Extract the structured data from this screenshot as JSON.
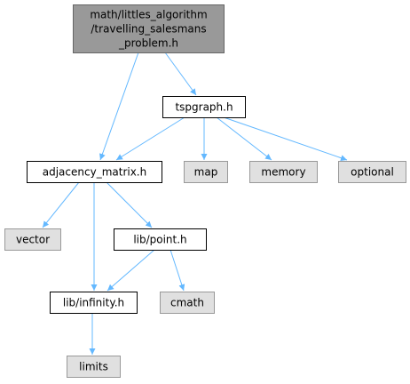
{
  "colors": {
    "root_fill": "#999999",
    "root_stroke": "#666666",
    "local_fill": "#ffffff",
    "local_stroke": "#000000",
    "system_fill": "#e0e0e0",
    "system_stroke": "#999999",
    "edge": "#63b8ff"
  },
  "nodes": [
    {
      "id": "root",
      "lines": [
        "math/littles_algorithm",
        "/travelling_salesmans",
        "_problem.h"
      ],
      "kind": "root"
    },
    {
      "id": "tspgraph",
      "lines": [
        "tspgraph.h"
      ],
      "kind": "local"
    },
    {
      "id": "adjacency",
      "lines": [
        "adjacency_matrix.h"
      ],
      "kind": "local"
    },
    {
      "id": "map",
      "lines": [
        "map"
      ],
      "kind": "system"
    },
    {
      "id": "memory",
      "lines": [
        "memory"
      ],
      "kind": "system"
    },
    {
      "id": "optional",
      "lines": [
        "optional"
      ],
      "kind": "system"
    },
    {
      "id": "vector",
      "lines": [
        "vector"
      ],
      "kind": "system"
    },
    {
      "id": "point",
      "lines": [
        "lib/point.h"
      ],
      "kind": "local"
    },
    {
      "id": "infinity",
      "lines": [
        "lib/infinity.h"
      ],
      "kind": "local"
    },
    {
      "id": "cmath",
      "lines": [
        "cmath"
      ],
      "kind": "system"
    },
    {
      "id": "limits",
      "lines": [
        "limits"
      ],
      "kind": "system"
    }
  ],
  "edges": [
    {
      "from": "root",
      "to": "adjacency"
    },
    {
      "from": "root",
      "to": "tspgraph"
    },
    {
      "from": "tspgraph",
      "to": "adjacency"
    },
    {
      "from": "tspgraph",
      "to": "map"
    },
    {
      "from": "tspgraph",
      "to": "memory"
    },
    {
      "from": "tspgraph",
      "to": "optional"
    },
    {
      "from": "adjacency",
      "to": "vector"
    },
    {
      "from": "adjacency",
      "to": "infinity"
    },
    {
      "from": "adjacency",
      "to": "point"
    },
    {
      "from": "point",
      "to": "infinity"
    },
    {
      "from": "point",
      "to": "cmath"
    },
    {
      "from": "infinity",
      "to": "limits"
    }
  ]
}
